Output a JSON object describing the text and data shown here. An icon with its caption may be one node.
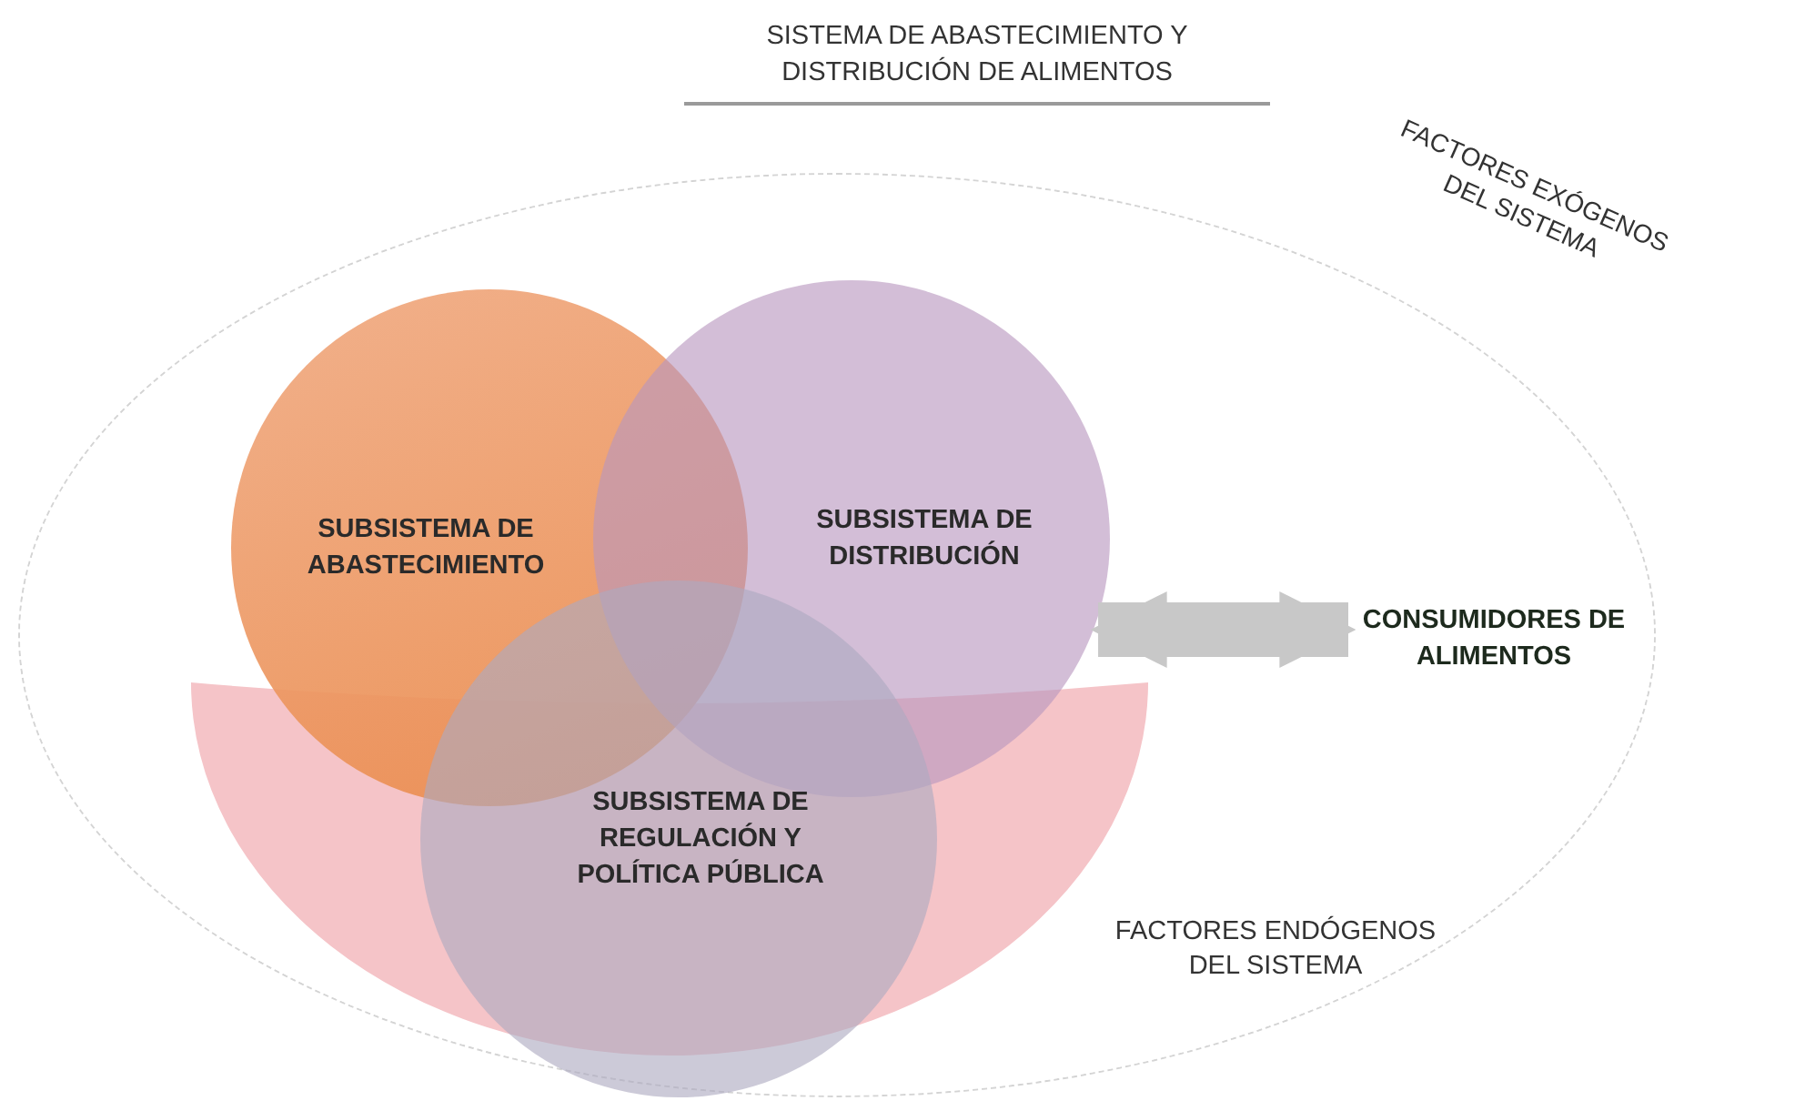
{
  "diagram": {
    "title": "SISTEMA DE ABASTECIMIENTO Y DISTRIBUCIÓN DE ALIMENTOS",
    "nodes": [
      {
        "text": [
          "FACTORES ENDÓGENOS DEL SISTEMA"
        ]
      },
      {
        "text": [
          "SUBSISTEMA DE ABASTECIMIENTO"
        ],
        "in": 0
      },
      {
        "text": [
          "SUBSISTEMA DE DISTRIBUCIÓN"
        ],
        "in": 0
      },
      {
        "text": [
          "SUBSISTEMA DE REGULACIÓN Y POLÍTICA PÚBLICA"
        ],
        "in": 0
      },
      {
        "text": [
          "CONSUMIDORES DE ALIMENTOS"
        ],
        "in": 0
      }
    ],
    "edges": [
      {
        "from": 2,
        "to": 4,
        "arrow": "both",
        "color": "#c8c8c8"
      }
    ],
    "labels": [
      "FACTORES EXÓGENOS DEL SISTEMA"
    ]
  }
}
